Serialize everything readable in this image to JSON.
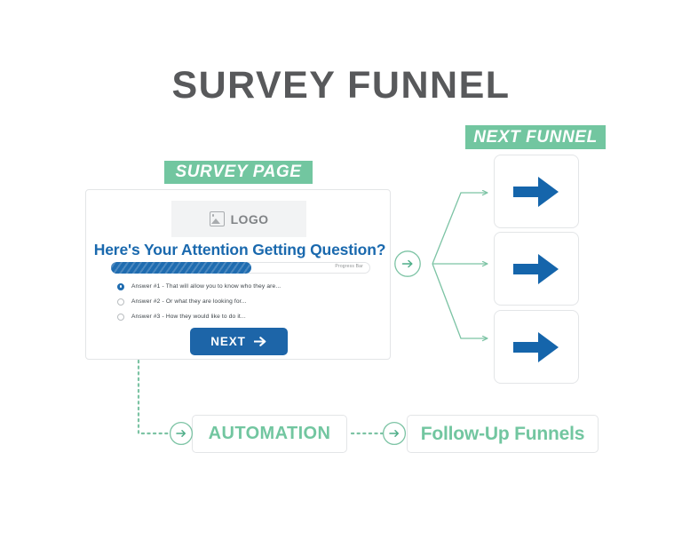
{
  "page": {
    "title": "SURVEY FUNNEL",
    "background_color": "#ffffff",
    "title_color": "#58595b",
    "accent_green": "#72c6a0",
    "accent_blue": "#1d65a8"
  },
  "labels": {
    "survey_page": "SURVEY PAGE",
    "next_funnel": "NEXT FUNNEL"
  },
  "survey_card": {
    "logo": {
      "icon": "image-placeholder-icon",
      "text": "LOGO"
    },
    "question": "Here's Your Attention Getting Question?",
    "progress": {
      "caption": "Progress Bar",
      "percent": 54,
      "fill_color": "#1f6cb0"
    },
    "answers": [
      {
        "label": "Answer #1 - That will allow you to know who they are...",
        "selected": true
      },
      {
        "label": "Answer #2 - Or what they are looking for...",
        "selected": false
      },
      {
        "label": "Answer #3 - How they would like to do it...",
        "selected": false
      }
    ],
    "next_button": {
      "label": "NEXT",
      "icon": "arrow-right-icon"
    }
  },
  "next_funnel": {
    "boxes": [
      {
        "icon": "arrow-right-icon",
        "color": "#1565ab"
      },
      {
        "icon": "arrow-right-icon",
        "color": "#1565ab"
      },
      {
        "icon": "arrow-right-icon",
        "color": "#1565ab"
      }
    ]
  },
  "bottom_flow": {
    "automation": "AUTOMATION",
    "followup": "Follow-Up Funnels"
  },
  "connectors": {
    "branch_icon": "circled-arrow-right-icon",
    "automation_in_icon": "circled-arrow-right-icon",
    "automation_out_icon": "circled-arrow-right-icon",
    "line_color": "#7cc3a4"
  }
}
